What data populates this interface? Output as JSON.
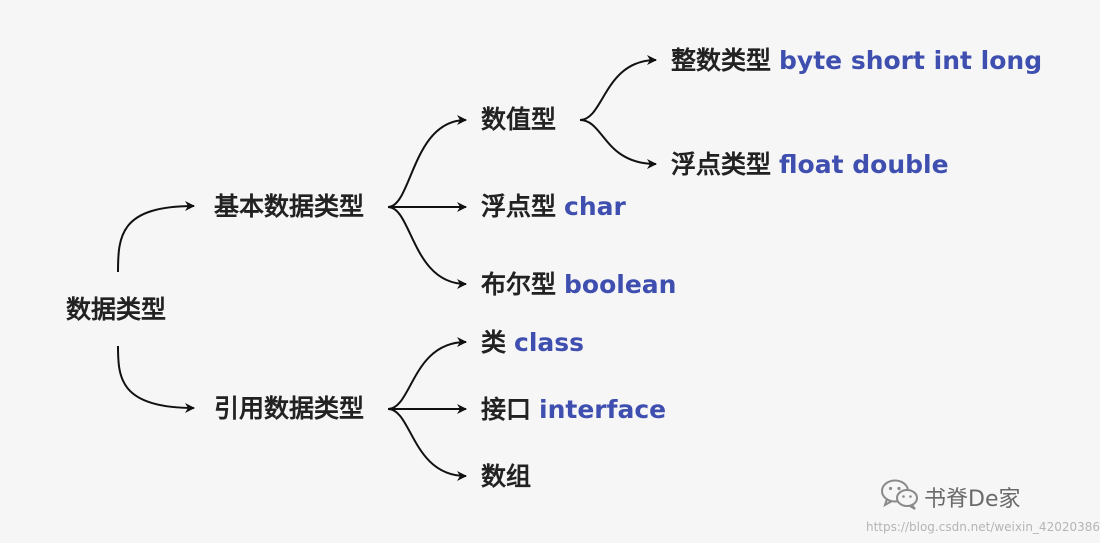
{
  "root": {
    "label": "数据类型"
  },
  "primitive": {
    "label": "基本数据类型"
  },
  "reference": {
    "label": "引用数据类型"
  },
  "numeric": {
    "label": "数值型"
  },
  "integer": {
    "zh": "整数类型",
    "en": "byte short int long"
  },
  "floating": {
    "zh": "浮点类型",
    "en": "float double"
  },
  "char_type": {
    "zh": "浮点型",
    "en": "char"
  },
  "bool_type": {
    "zh": "布尔型",
    "en": "boolean"
  },
  "class_type": {
    "zh": "类",
    "en": "class"
  },
  "interface_type": {
    "zh": "接口",
    "en": "interface"
  },
  "array_type": {
    "label": "数组"
  },
  "watermark": {
    "brand": "书脊De家",
    "url": "https://blog.csdn.net/weixin_42020386",
    "logo_icon": "wechat-icon"
  },
  "colors": {
    "background": "#f6f6f6",
    "text": "#222222",
    "keyword": "#3f4fb0",
    "arrow": "#111111"
  }
}
